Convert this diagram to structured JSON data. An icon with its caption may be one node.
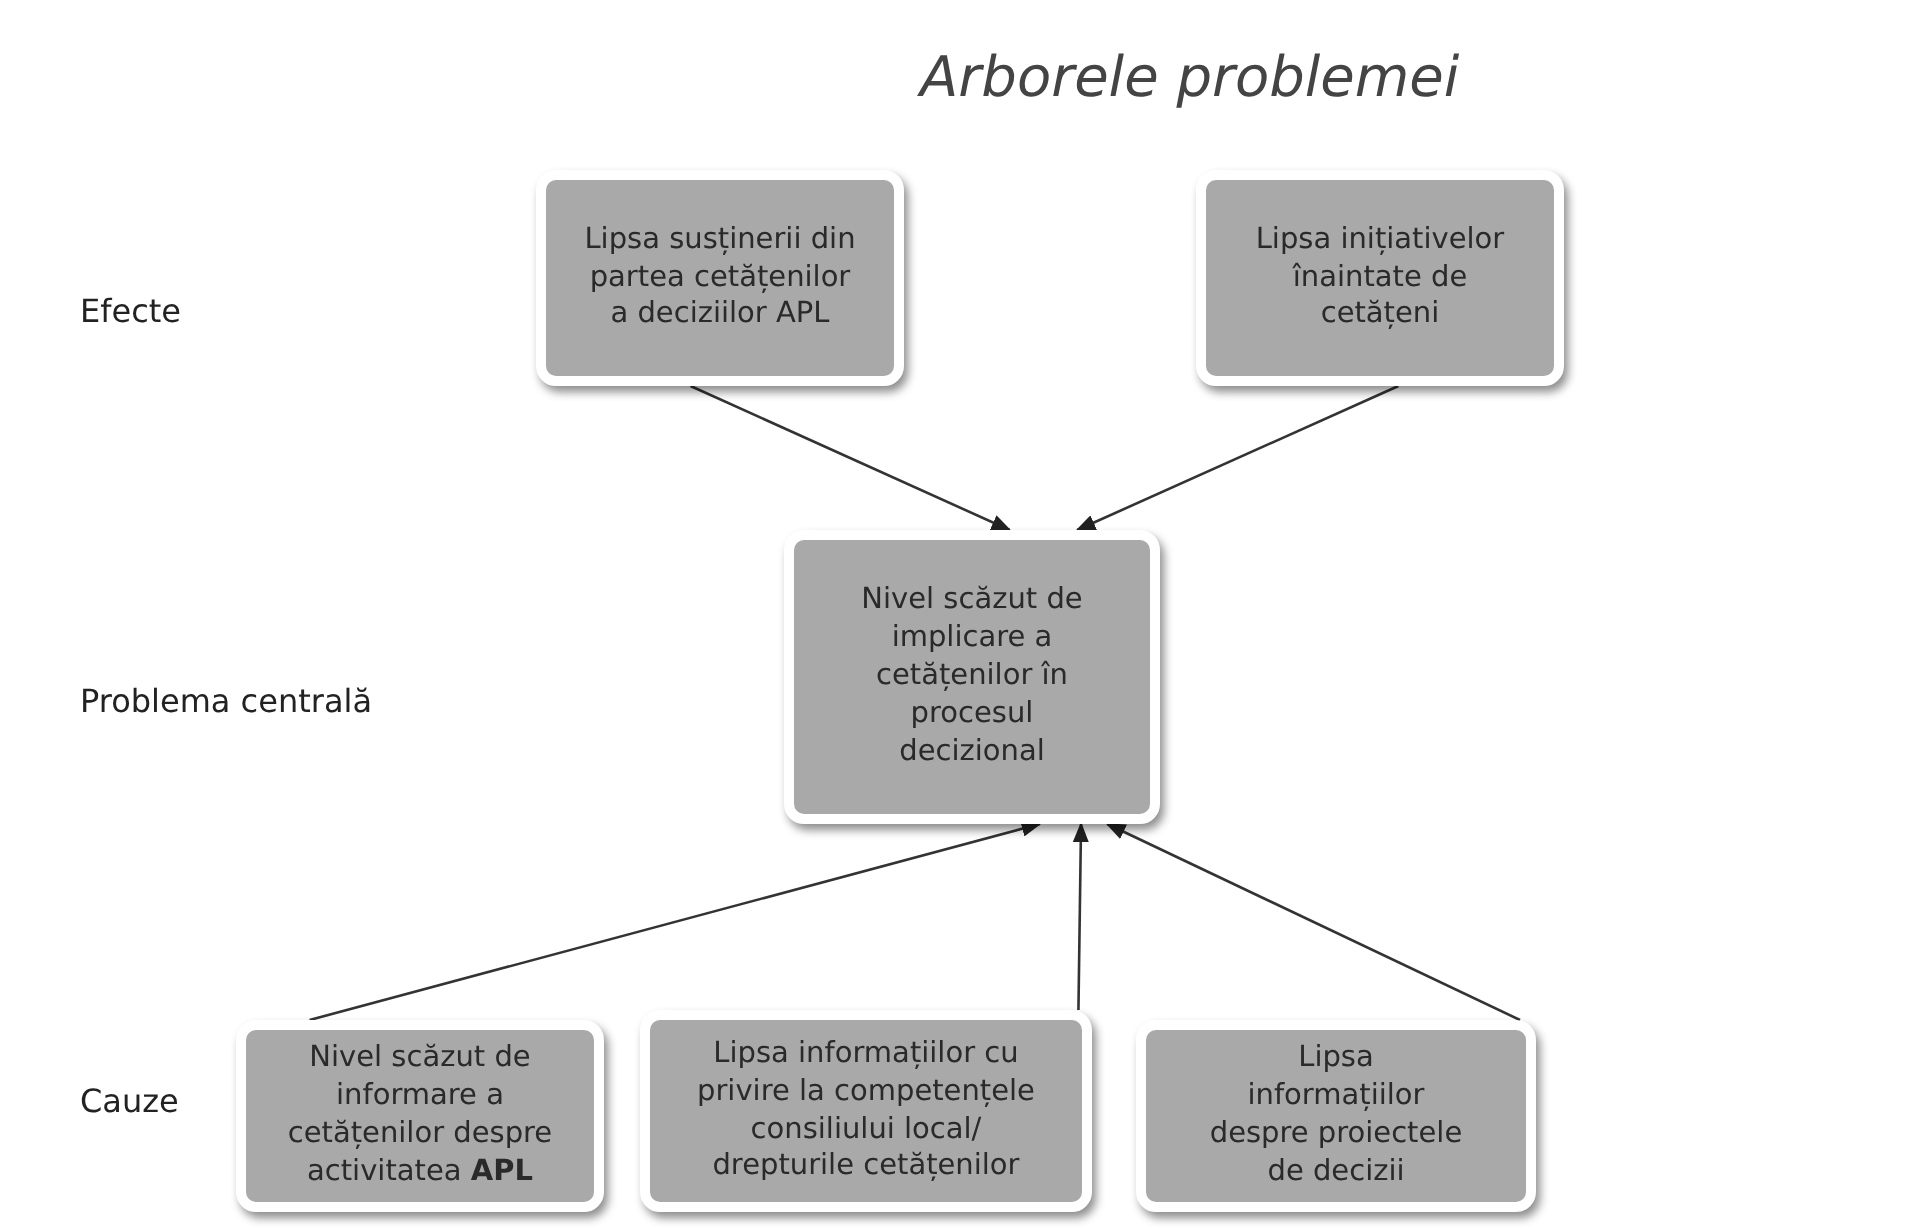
{
  "diagram": {
    "title": "Arborele problemei",
    "nodes": [
      {
        "text": [
          "Lipsa susținerii din partea cetățenilor a deciziilor APL"
        ]
      },
      {
        "text": [
          "Lipsa inițiativelor înaintate de cetățeni"
        ]
      },
      {
        "text": [
          "Nivel scăzut de implicare a cetățenilor în procesul decizional"
        ]
      },
      {
        "text": [
          "Nivel scăzut de informare a cetățenilor despre activitatea **APL**"
        ]
      },
      {
        "text": [
          "Lipsa informațiilor cu privire la competențele consiliului local/ drepturile cetățenilor"
        ]
      },
      {
        "text": [
          "Lipsa informațiilor despre proiectele de decizii"
        ]
      }
    ],
    "edges": [
      {
        "from": 0,
        "to": 2,
        "arrow": "to"
      },
      {
        "from": 1,
        "to": 2,
        "arrow": "to"
      },
      {
        "from": 3,
        "to": 2,
        "arrow": "to"
      },
      {
        "from": 4,
        "to": 2,
        "arrow": "to"
      },
      {
        "from": 5,
        "to": 2,
        "arrow": "to"
      }
    ],
    "labels": [
      "Efecte",
      "Problema centrală",
      "Cauze"
    ]
  }
}
